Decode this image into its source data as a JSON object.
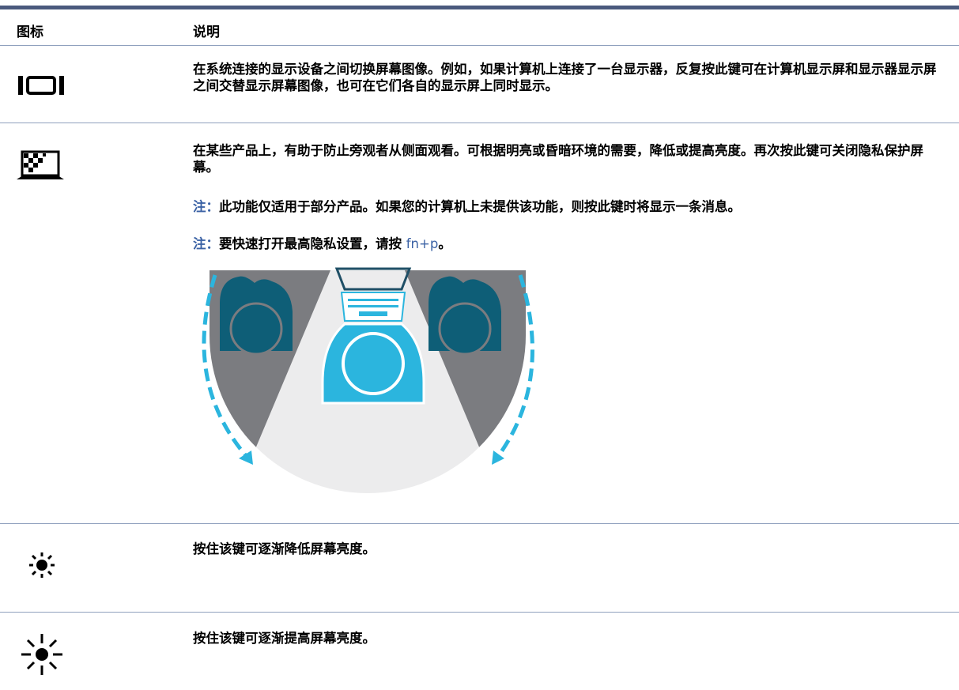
{
  "header": {
    "icon_col": "图标",
    "desc_col": "说明"
  },
  "rows": [
    {
      "icon": "display-switch-icon",
      "text": "在系统连接的显示设备之间切换屏幕图像。例如，如果计算机上连接了一台显示器，反复按此键可在计算机显示屏和显示器显示屏之间交替显示屏幕图像，也可在它们各自的显示屏上同时显示。"
    },
    {
      "icon": "privacy-screen-icon",
      "text": "在某些产品上，有助于防止旁观者从侧面观看。可根据明亮或昏暗环境的需要，降低或提高亮度。再次按此键可关闭隐私保护屏幕。",
      "note1_label": "注：",
      "note1_text": "此功能仅适用于部分产品。如果您的计算机上未提供该功能，则按此键时将显示一条消息。",
      "note2_label": "注：",
      "note2_text": "要快速打开最高隐私设置，请按 ",
      "note2_key1": "fn",
      "note2_plus": "+",
      "note2_key2": "p",
      "note2_end": "。"
    },
    {
      "icon": "brightness-down-icon",
      "text": "按住该键可逐渐降低屏幕亮度。"
    },
    {
      "icon": "brightness-up-icon",
      "text": "按住该键可逐渐提高屏幕亮度。"
    }
  ],
  "colors": {
    "rule": "#4a5a7d",
    "accent": "#3b62a5",
    "teal": "#0e5e77",
    "cyan": "#2bb5de",
    "gray": "#7b7c80",
    "light": "#ececed"
  }
}
